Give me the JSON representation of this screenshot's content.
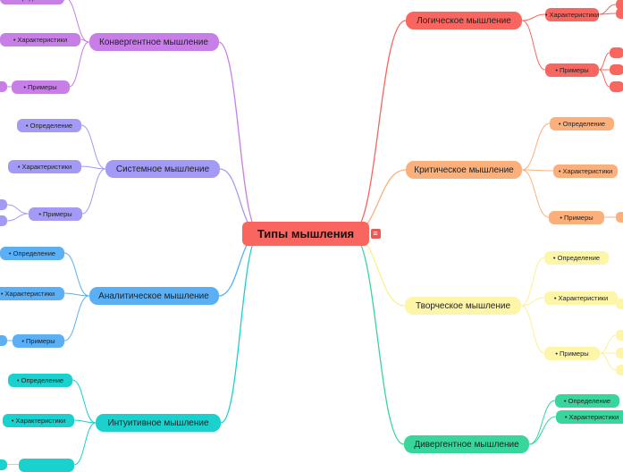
{
  "central": {
    "label": "Типы мышления",
    "color": "#f8665f"
  },
  "branches": [
    {
      "id": "logical",
      "label": "Логическое мышление",
      "color": "#f8665f",
      "light": "#f8665f",
      "subs": [
        {
          "label": "• Характеристики"
        },
        {
          "label": "• Примеры"
        }
      ]
    },
    {
      "id": "critical",
      "label": "Критическое мышление",
      "color": "#fbb07c",
      "light": "#fbb07c",
      "subs": [
        {
          "label": "• Определение"
        },
        {
          "label": "• Характеристики"
        },
        {
          "label": "• Примеры"
        }
      ]
    },
    {
      "id": "creative",
      "label": "Творческое мышление",
      "color": "#fbf18f",
      "light": "#fdf6a8",
      "subs": [
        {
          "label": "• Определение"
        },
        {
          "label": "• Характеристики"
        },
        {
          "label": "• Примеры"
        }
      ]
    },
    {
      "id": "divergent",
      "label": "Дивергентное мышление",
      "color": "#38d69d",
      "light": "#38d69d",
      "subs": [
        {
          "label": "• Определение"
        },
        {
          "label": "• Характеристики"
        }
      ]
    },
    {
      "id": "convergent",
      "label": "Конвергентное мышление",
      "color": "#c77ee6",
      "light": "#c77ee6",
      "subs": [
        {
          "label": "• Определение"
        },
        {
          "label": "• Характеристики"
        },
        {
          "label": "• Примеры"
        }
      ]
    },
    {
      "id": "systemic",
      "label": "Системное мышление",
      "color": "#a39af5",
      "light": "#a39af5",
      "subs": [
        {
          "label": "• Определение"
        },
        {
          "label": "• Характеристики"
        },
        {
          "label": "• Примеры"
        }
      ]
    },
    {
      "id": "analytic",
      "label": "Аналитическое мышление",
      "color": "#5bb0f5",
      "light": "#5bb0f5",
      "subs": [
        {
          "label": "• Определение"
        },
        {
          "label": "• Характеристики"
        },
        {
          "label": "• Примеры"
        }
      ]
    },
    {
      "id": "intuitive",
      "label": "Интуитивное мышление",
      "color": "#1ad1cd",
      "light": "#1ad1cd",
      "subs": [
        {
          "label": "• Определение"
        },
        {
          "label": "• Характеристики"
        },
        {
          "label": ""
        }
      ]
    }
  ],
  "menu_icon": {
    "icon": "hamburger-icon",
    "glyph": "≡"
  }
}
